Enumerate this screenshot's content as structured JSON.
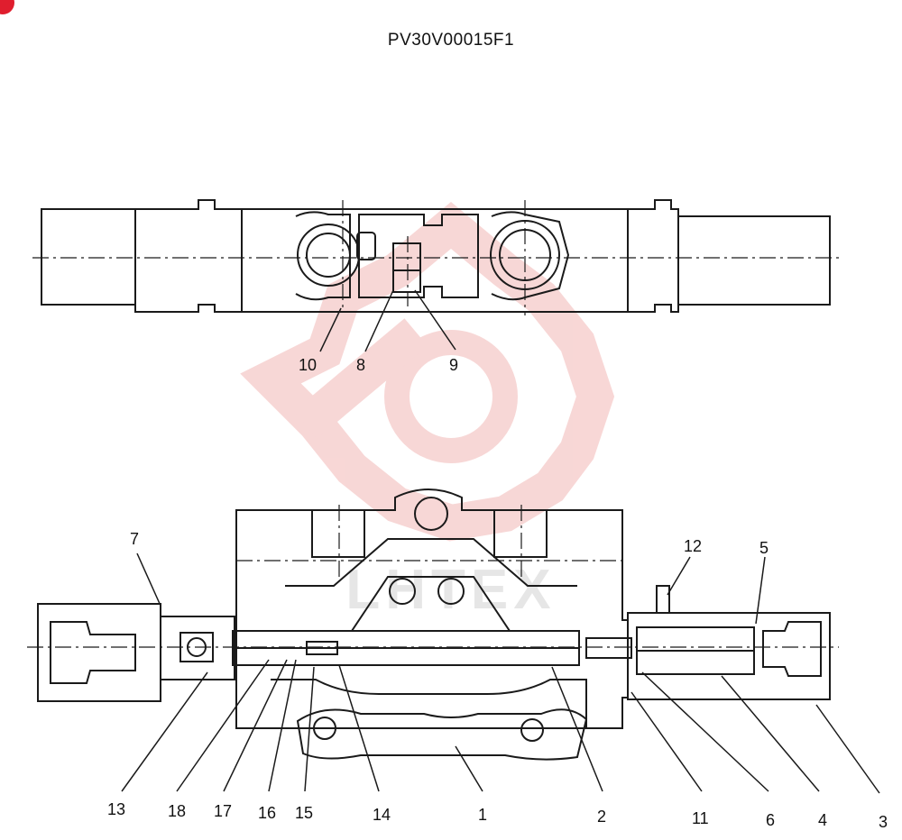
{
  "title": "PV30V00015F1",
  "watermark_text": "LHTEX",
  "colors": {
    "line": "#1a1a1a",
    "watermark": "#f2b7b5",
    "corner_mark": "#e01e2e"
  },
  "top_view": {
    "labels": [
      {
        "id": "10",
        "text": "10"
      },
      {
        "id": "8",
        "text": "8"
      },
      {
        "id": "9",
        "text": "9"
      }
    ]
  },
  "section_view": {
    "labels": [
      {
        "id": "7",
        "text": "7"
      },
      {
        "id": "12",
        "text": "12"
      },
      {
        "id": "5",
        "text": "5"
      },
      {
        "id": "13",
        "text": "13"
      },
      {
        "id": "18",
        "text": "18"
      },
      {
        "id": "17",
        "text": "17"
      },
      {
        "id": "16",
        "text": "16"
      },
      {
        "id": "15",
        "text": "15"
      },
      {
        "id": "14",
        "text": "14"
      },
      {
        "id": "1",
        "text": "1"
      },
      {
        "id": "2",
        "text": "2"
      },
      {
        "id": "11",
        "text": "11"
      },
      {
        "id": "6",
        "text": "6"
      },
      {
        "id": "4",
        "text": "4"
      },
      {
        "id": "3",
        "text": "3"
      }
    ]
  }
}
